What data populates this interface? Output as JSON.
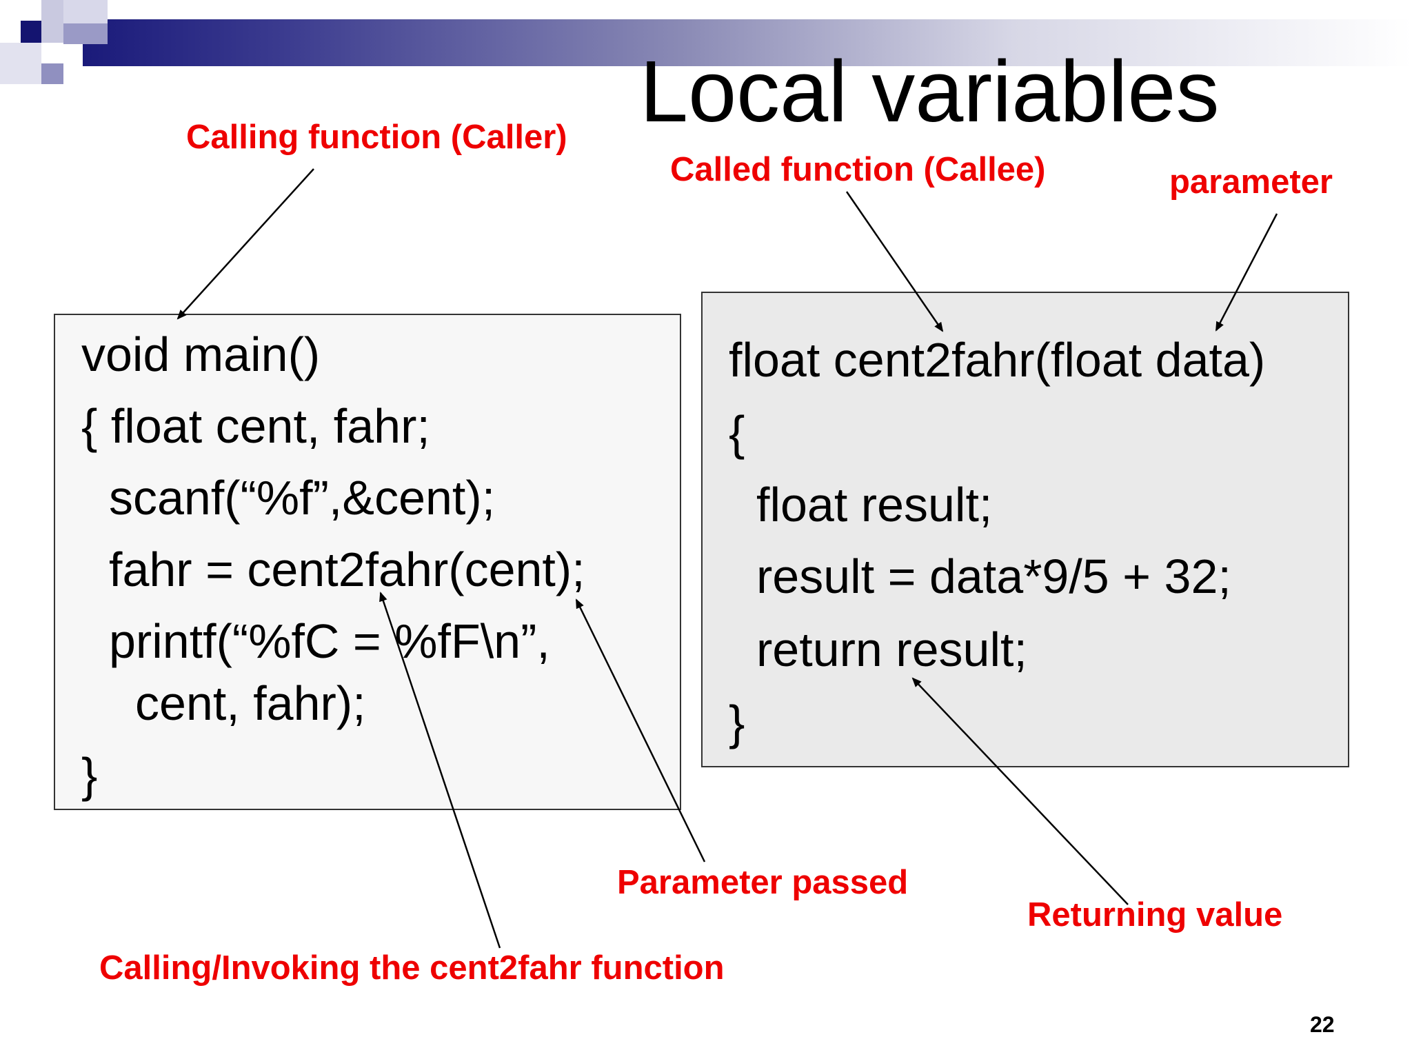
{
  "slide": {
    "title": "Local variables",
    "page_number": "22"
  },
  "caller_code": {
    "lines": [
      "void main()",
      "{ float cent, fahr;",
      "scanf(“%f”,&cent);",
      "fahr = cent2fahr(cent);",
      "printf(“%fC = %fF\\n”,",
      "cent, fahr);",
      "}"
    ]
  },
  "callee_code": {
    "lines": [
      "float cent2fahr(float data)",
      "{",
      "float result;",
      "result = data*9/5 + 32;",
      "return result;",
      "}"
    ]
  },
  "annotations": {
    "calling_function": "Calling function (Caller)",
    "called_function": "Called function (Callee)",
    "parameter": "parameter",
    "parameter_passed": "Parameter passed",
    "returning_value": "Returning value",
    "invoking": "Calling/Invoking the cent2fahr function"
  },
  "colors": {
    "annotation_red": "#ee0000",
    "banner_dark": "#1a1a7a",
    "caller_box_bg": "#f7f7f7",
    "callee_box_bg": "#eaeaea"
  }
}
